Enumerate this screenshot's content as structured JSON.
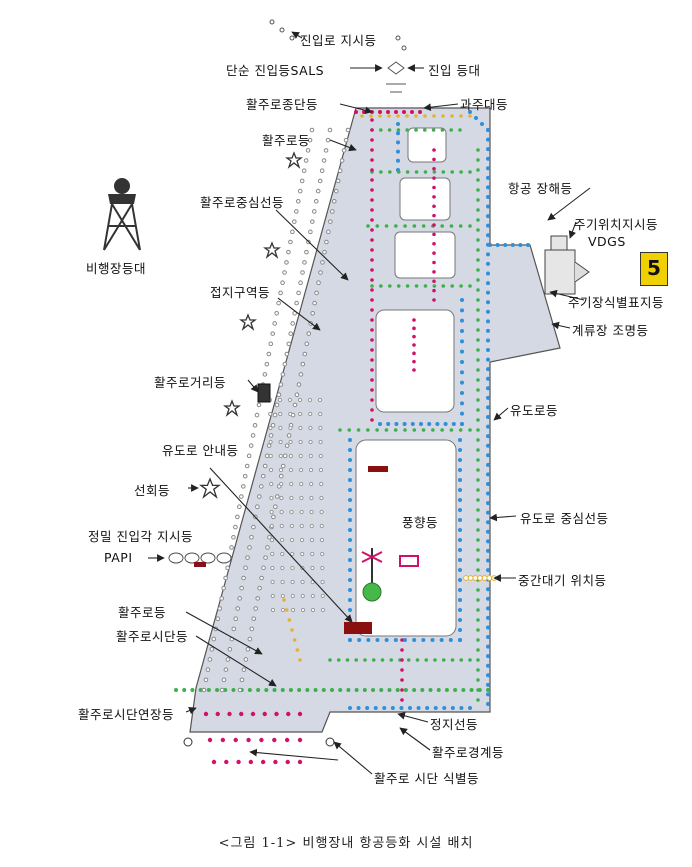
{
  "labels": {
    "approach_indicator": "진입로 지시등",
    "sals": "단순 진입등SALS",
    "approach_beacon": "진입 등대",
    "runway_end": "활주로종단등",
    "stopway": "과주대등",
    "runway_edge_top": "활주로등",
    "runway_centerline": "활주로중심선등",
    "aerodrome_beacon": "비행장등대",
    "touchdown_zone": "접지구역등",
    "apron_hazard": "항공 장해등",
    "stand_guidance": "주기위치지시등",
    "vdgs": "VDGS",
    "stand_id": "주기장식별표지등",
    "apron_flood": "계류장 조명등",
    "distance_remaining": "활주로거리등",
    "taxiway_edge": "유도로등",
    "taxiway_guidance_sign": "유도로 안내등",
    "wind_cone": "풍향등",
    "turning": "선회등",
    "papi_title": "정밀 진입각 지시등",
    "papi": "PAPI",
    "taxiway_centerline": "유도로 중심선등",
    "intermediate_holding": "중간대기 위치등",
    "runway_edge_bottom": "활주로등",
    "threshold": "활주로시단등",
    "threshold_wingbar": "활주로시단연장등",
    "stop_bar": "정지선등",
    "runway_guard": "활주로경계등",
    "threshold_identification": "활주로 시단 식별등",
    "stand_number": "5"
  },
  "caption": "<그림 1-1> 비행장내 항공등화 시설 배치",
  "colors": {
    "pavement": "#d5d9e4",
    "outline": "#555555",
    "taxi_blue": "#2f8fd8",
    "taxi_green": "#3cb04a",
    "taxi_yellow": "#e9b12b",
    "light_red": "#d0106a",
    "badge_yellow": "#f0d000"
  }
}
